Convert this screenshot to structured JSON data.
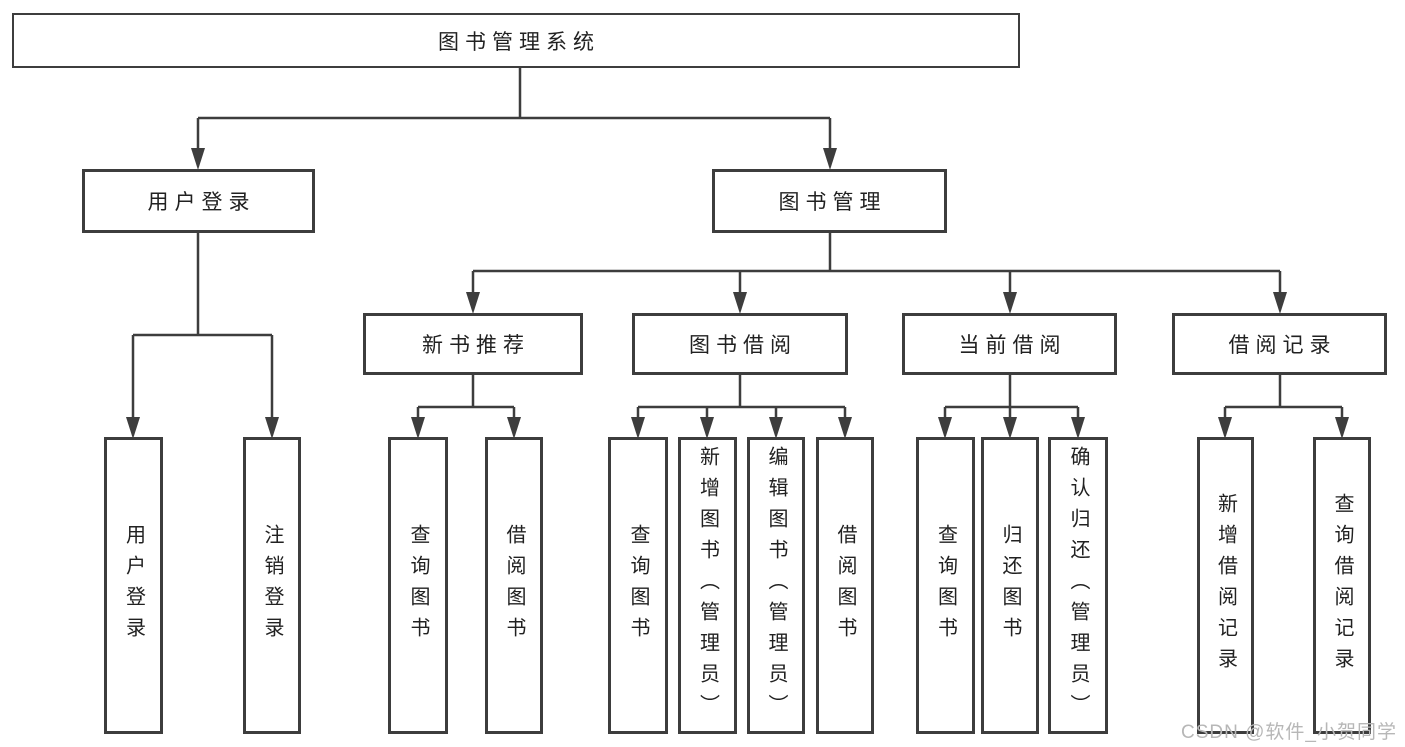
{
  "diagram": {
    "title": "图书管理系统",
    "root": {
      "label": "图书管理系统",
      "children": [
        {
          "label": "用户登录",
          "children": [
            {
              "label": "用户登录"
            },
            {
              "label": "注销登录"
            }
          ]
        },
        {
          "label": "图书管理",
          "children": [
            {
              "label": "新书推荐",
              "children": [
                {
                  "label": "查询图书"
                },
                {
                  "label": "借阅图书"
                }
              ]
            },
            {
              "label": "图书借阅",
              "children": [
                {
                  "label": "查询图书"
                },
                {
                  "label": "新增图书（管理员）"
                },
                {
                  "label": "编辑图书（管理员）"
                },
                {
                  "label": "借阅图书"
                }
              ]
            },
            {
              "label": "当前借阅",
              "children": [
                {
                  "label": "查询图书"
                },
                {
                  "label": "归还图书"
                },
                {
                  "label": "确认归还（管理员）"
                }
              ]
            },
            {
              "label": "借阅记录",
              "children": [
                {
                  "label": "新增借阅记录"
                },
                {
                  "label": "查询借阅记录"
                }
              ]
            }
          ]
        }
      ]
    }
  },
  "watermark": {
    "text": "CSDN @软件_小贺同学"
  },
  "colors": {
    "line": "#3d3d3d",
    "text": "#212121",
    "watermark": "#b7b7b7",
    "background": "#ffffff"
  }
}
